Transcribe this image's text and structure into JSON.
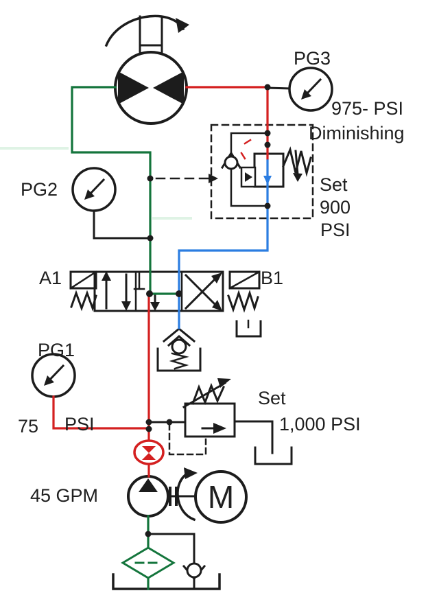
{
  "colors": {
    "black": "#1c1c1c",
    "red": "#d42020",
    "green": "#14753c",
    "blue": "#2b7de1",
    "text": "#1f1f1f",
    "background": "#ffffff",
    "scan_artifact_green": "#b9e4c6"
  },
  "diagram": {
    "gauges": {
      "pg3": {
        "label": "PG3",
        "reading": "975- PSI",
        "note": "Diminishing"
      },
      "pg2": {
        "label": "PG2"
      },
      "pg1": {
        "label": "PG1",
        "reading_value": "75",
        "reading_unit": "PSI"
      }
    },
    "pressure_reducing_valve": {
      "set_line1": "Set",
      "set_line2": "900",
      "set_line3": "PSI"
    },
    "relief_valve": {
      "set_line1": "Set",
      "set_line2": "1,000 PSI"
    },
    "directional_valve": {
      "port_left": "A1",
      "port_right": "B1"
    },
    "pump": {
      "flow": "45 GPM"
    },
    "electric_motor": {
      "label": "M"
    }
  }
}
